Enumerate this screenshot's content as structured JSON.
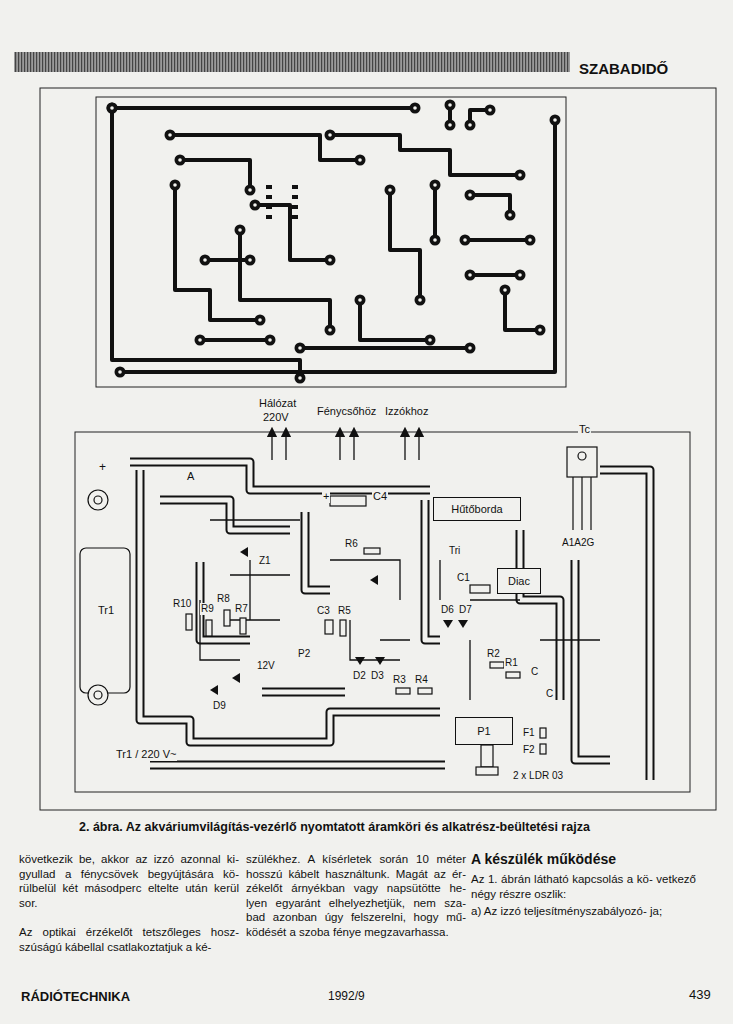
{
  "diagram": {
    "caption": "2. ábra. Az akváriumvilágítás-vezérlő nyomtatott áramköri és alkatrész-beültetési rajza",
    "nodes": [
      {
        "text": [
          "Tr1"
        ]
      },
      {
        "text": [
          "Hűtőborda"
        ]
      },
      {
        "text": [
          "Diac"
        ]
      },
      {
        "text": [
          "P1"
        ]
      }
    ],
    "labels": [
      "SZABADIDŐ",
      "Hálózat",
      "220V",
      "Fénycsőhöz",
      "Izzókhoz",
      "Tc",
      "A1A2G",
      "+",
      "A",
      "+",
      "C4",
      "R6",
      "Z1",
      "Tri",
      "C1",
      "R10",
      "R9",
      "R8",
      "R7",
      "C3",
      "R5",
      "D6",
      "D7",
      "12V",
      "P2",
      "R2",
      "R1",
      "C",
      "D2",
      "D3",
      "R3",
      "R4",
      "C",
      "D9",
      "F1",
      "F2",
      "2 x LDR 03",
      "Tr1 / 220 V~",
      "következik be, akkor az izzó azonnal ki- gyullad a fénycsövek begyújtására kö- rülbelül két másodperc eltelte után kerül sor.",
      "Az optikai érzékelőt tetszőleges hosz- szúságú kábellal csatlakoztatjuk a ké-",
      "szülékhez. A kísérletek során 10 méter hosszú kábelt használtunk. Magát az ér- zékelőt árnyékban vagy napsütötte he- lyen egyaránt elhelyezhetjük, nem sza- bad azonban úgy felszerelni, hogy mű- ködését a szoba fénye megzavarhassa.",
      "A készülék működése",
      "Az 1. ábrán látható kapcsolás a kö- vetkező négy részre oszlik:",
      "a) Az izzó teljesítményszabályozó- ja;",
      "RÁDIÓTECHNIKA",
      "1992/9",
      "439"
    ]
  }
}
